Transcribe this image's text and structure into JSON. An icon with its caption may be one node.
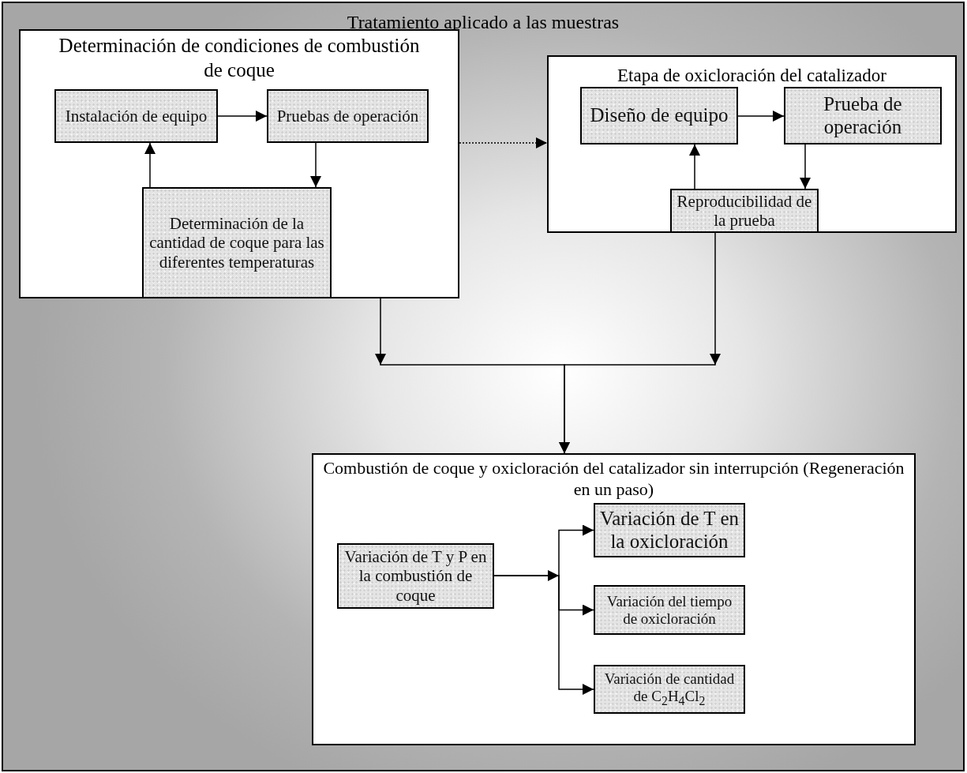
{
  "diagram": {
    "nodes": [
      {
        "text": [
          "Tratamiento aplicado a las muestras"
        ]
      },
      {
        "text": [
          "Determinación de condiciones de combustión de coque"
        ],
        "in": 0
      },
      {
        "text": [
          "Instalación de equipo"
        ],
        "in": 1
      },
      {
        "text": [
          "Pruebas de operación"
        ],
        "in": 1
      },
      {
        "text": [
          "Determinación de la cantidad de coque para las diferentes temperaturas"
        ],
        "in": 1
      },
      {
        "text": [
          "Etapa de oxicloración del catalizador"
        ],
        "in": 0
      },
      {
        "text": [
          "Diseño de equipo"
        ],
        "in": 5
      },
      {
        "text": [
          "Prueba de operación"
        ],
        "in": 5
      },
      {
        "text": [
          "Reproducibilidad de la prueba"
        ],
        "in": 5
      },
      {
        "text": [
          "Combustión de coque y oxicloración del catalizador sin interrupción (Regeneración en un paso)"
        ],
        "in": 0
      },
      {
        "text": [
          "Variación de T y P en la combustión de coque"
        ],
        "in": 9
      },
      {
        "text": [
          "Variación de T en la oxicloración"
        ],
        "in": 9
      },
      {
        "text": [
          "Variación del tiempo de oxicloración"
        ],
        "in": 9
      },
      {
        "text": [
          "Variación de cantidad de C$_{2}$H$_{4}$Cl$_{2}$"
        ],
        "in": 9
      }
    ],
    "edges": [
      {
        "from": 2,
        "to": 3,
        "arrow": "to"
      },
      {
        "from": 3,
        "to": 4,
        "arrow": "to"
      },
      {
        "from": 4,
        "to": 2,
        "arrow": "to"
      },
      {
        "from": 1,
        "to": 5,
        "arrow": "to",
        "style": "dashed"
      },
      {
        "from": 6,
        "to": 7,
        "arrow": "to"
      },
      {
        "from": 7,
        "to": 8,
        "arrow": "to"
      },
      {
        "from": 8,
        "to": 6,
        "arrow": "to"
      },
      {
        "from": 1,
        "to": 9,
        "arrow": "to"
      },
      {
        "from": 5,
        "to": 9,
        "arrow": "to"
      },
      {
        "from": 10,
        "to": 11,
        "arrow": "to"
      },
      {
        "from": 10,
        "to": 12,
        "arrow": "to"
      },
      {
        "from": 10,
        "to": 13,
        "arrow": "to"
      }
    ]
  }
}
